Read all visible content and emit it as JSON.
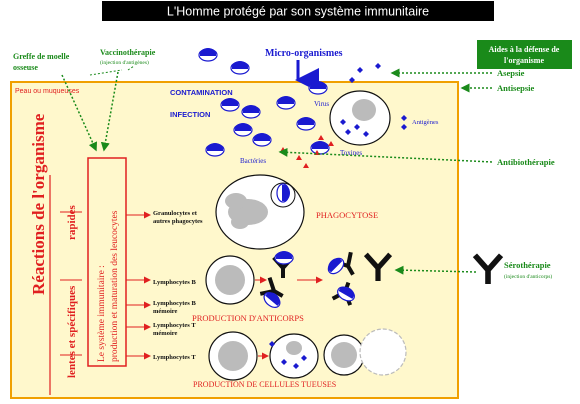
{
  "title": "L'Homme protégé par son système immunitaire",
  "top_left": {
    "graft": [
      "Greffe de moelle",
      "osseuse"
    ],
    "vaccine": "Vaccinothérapie",
    "vaccine_sub": "(injection d'antigènes)"
  },
  "microorganisms": "Micro-organismes",
  "aids_box": [
    "Aides à la défense de",
    "l'organisme"
  ],
  "asepsie": "Asepsie",
  "antisepsie": "Antisepsie",
  "antibiotherapie": "Antibiothérapie",
  "serotherapie": "Sérothérapie",
  "serotherapie_sub": "(injection d'anticorps)",
  "skin_label": "Peau ou muqueuses",
  "contamination": "CONTAMINATION",
  "infection": "INFECTION",
  "virus": "Virus",
  "antigenes": "Antigènes",
  "toxines": "Toxines",
  "bacteries": "Bactéries",
  "reactions_title": "Réactions de l'organisme",
  "rapides": "rapides",
  "lentes": "lentes et spécifiques",
  "immune_system": [
    "Le système immunitaire :",
    "production et maturation des leucocytes"
  ],
  "granulocytes": [
    "Granulocytes et",
    "autres phagocytes"
  ],
  "phagocytose": "PHAGOCYTOSE",
  "lymphocytes_b": "Lymphocytes B",
  "lymphocytes_b_mem": [
    "Lymphocytes B",
    "mémoire"
  ],
  "lymphocytes_t_mem": [
    "Lymphocytes T",
    "mémoire"
  ],
  "lymphocytes_t": "Lymphocytes T",
  "production_anticorps": "PRODUCTION D'ANTICORPS",
  "production_cellules": "PRODUCTION DE CELLULES TUEUSES",
  "colors": {
    "green": "#1a8a1a",
    "blue": "#1a1ad0",
    "red": "#e02020",
    "panel": "#fff8cc",
    "panel_border": "#f0a000"
  }
}
